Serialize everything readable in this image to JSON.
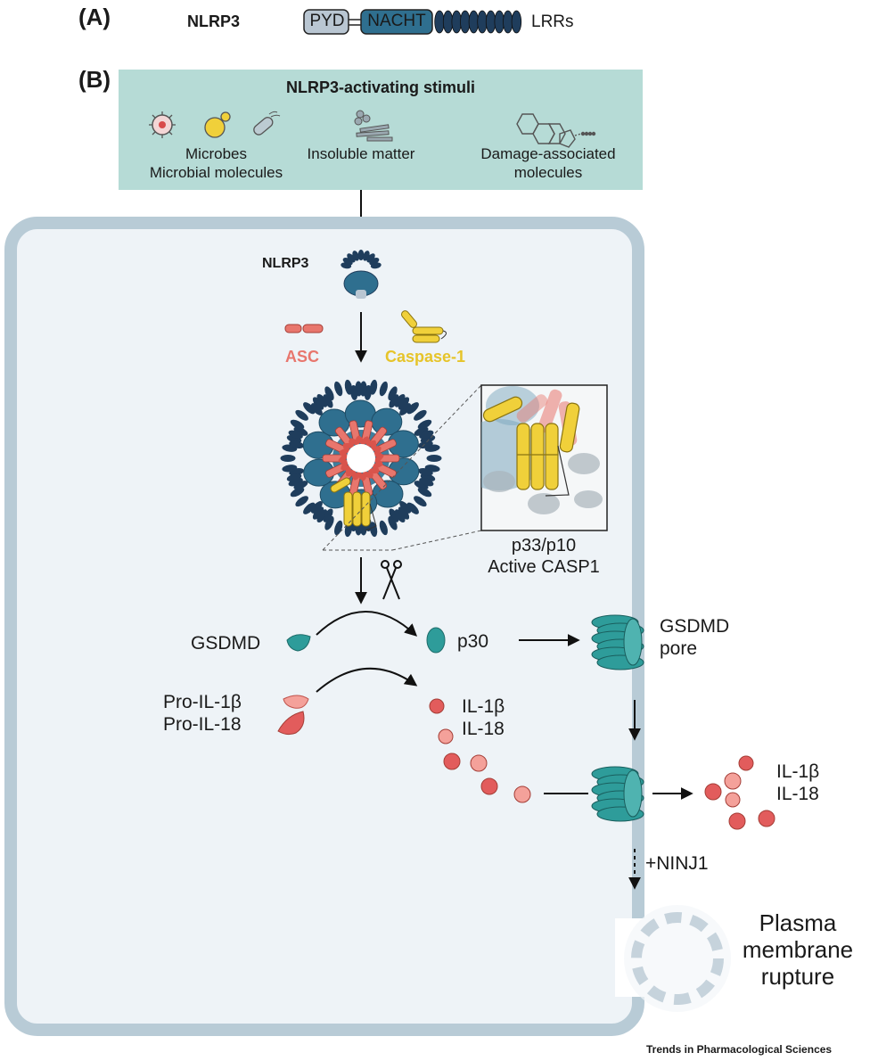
{
  "panel_a": {
    "label": "(A)",
    "protein": "NLRP3",
    "domains": [
      "PYD",
      "NACHT"
    ],
    "lrr_label": "LRRs"
  },
  "panel_b": {
    "label": "(B)",
    "stimuli_title": "NLRP3-activating stimuli",
    "stimuli": [
      {
        "line1": "Microbes",
        "line2": "Microbial molecules"
      },
      {
        "line1": "Insoluble matter",
        "line2": ""
      },
      {
        "line1": "Damage-associated",
        "line2": "molecules"
      }
    ],
    "nlrp3_label": "NLRP3",
    "asc_label": "ASC",
    "caspase_label": "Caspase-1",
    "zoom_caption": [
      "p33/p10",
      "Active CASP1"
    ],
    "gsdmd_label": "GSDMD",
    "pro_il": [
      "Pro-IL-1β",
      "Pro-IL-18"
    ],
    "p30_label": "p30",
    "pore_label": [
      "GSDMD",
      "pore"
    ],
    "mature_il": [
      "IL-1β",
      "IL-18"
    ],
    "released_il": [
      "IL-1β",
      "IL-18"
    ],
    "ninj1_label": "+NINJ1",
    "rupture_label": [
      "Plasma",
      "membrane",
      "rupture"
    ]
  },
  "credit": "Trends in Pharmacological Sciences",
  "colors": {
    "stimuli_box": "#b6dbd6",
    "cell_membrane": "#b8cbd6",
    "cytoplasm": "#eef3f7",
    "nacht": "#2f6f8f",
    "lrr": "#1f3d5c",
    "pyd": "#b9c6d2",
    "asc": "#e8766d",
    "caspase": "#f0d03a",
    "gsdmd": "#2e9c9a",
    "il": "#e25c5c"
  }
}
